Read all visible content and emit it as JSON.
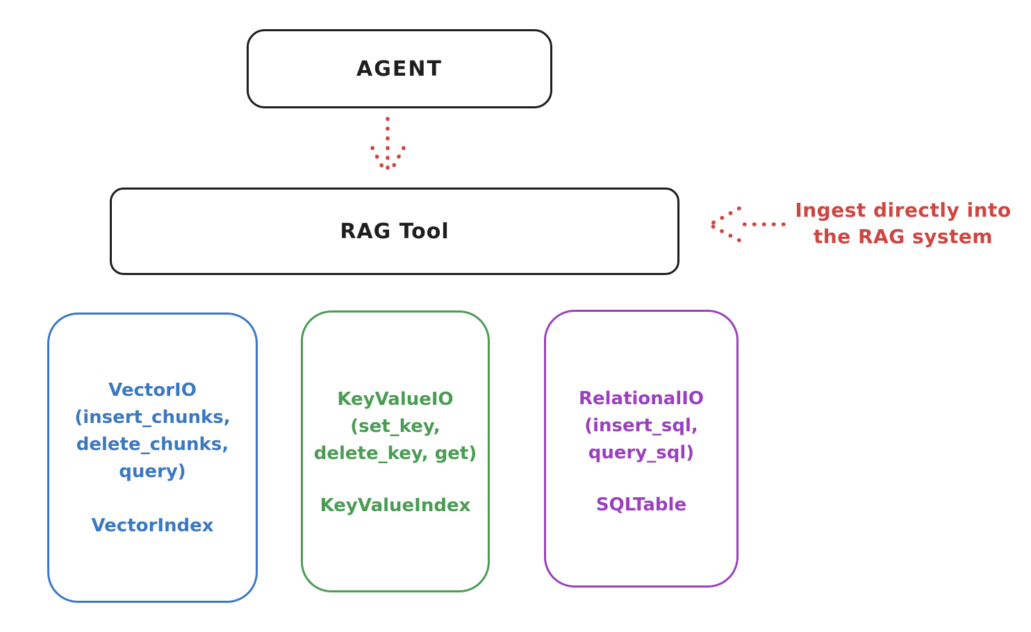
{
  "diagram": {
    "background": "#ffffff",
    "colors": {
      "ink": "#1e1e1e",
      "red": "#cf4540",
      "blue": "#3b78c2",
      "green": "#4a9c53",
      "purple": "#9b3fc0"
    },
    "agent": {
      "label": "AGENT"
    },
    "rag_tool": {
      "label": "RAG Tool"
    },
    "annotation": {
      "line1": "Ingest directly into",
      "line2": "the RAG system"
    },
    "arrows": [
      {
        "name": "agent-to-rag",
        "style": "dotted",
        "direction": "down"
      },
      {
        "name": "annotation-to-rag",
        "style": "dotted",
        "direction": "left"
      }
    ],
    "cards": [
      {
        "color": "#3b78c2",
        "lines": [
          "VectorIO",
          "(insert_chunks,",
          "delete_chunks,",
          "query)"
        ],
        "index_label": "VectorIndex"
      },
      {
        "color": "#4a9c53",
        "lines": [
          "KeyValueIO",
          "(set_key,",
          "delete_key, get)"
        ],
        "index_label": "KeyValueIndex"
      },
      {
        "color": "#9b3fc0",
        "lines": [
          "RelationalIO",
          "(insert_sql,",
          "query_sql)"
        ],
        "index_label": "SQLTable"
      }
    ]
  }
}
